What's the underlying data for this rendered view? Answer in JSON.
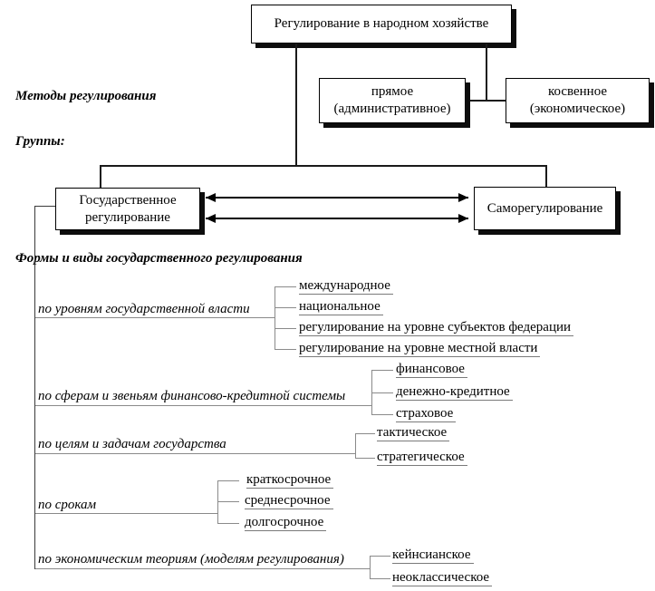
{
  "title_box": {
    "label": "Регулирование в народном хозяйстве"
  },
  "section_labels": {
    "methods": "Методы регулирования",
    "groups": "Группы:",
    "forms": "Формы и виды государственного регулирования"
  },
  "method_boxes": {
    "direct": "прямое\n(административное)",
    "indirect": "косвенное\n(экономическое)"
  },
  "group_boxes": {
    "state": "Государственное\nрегулирование",
    "self": "Саморегулирование"
  },
  "branches": [
    {
      "label": "по уровням государственной власти",
      "items": [
        "международное",
        "национальное",
        "регулирование на уровне субъектов федерации",
        "регулирование на уровне местной власти"
      ]
    },
    {
      "label": "по сферам и звеньям финансово-кредитной системы",
      "items": [
        "финансовое",
        "денежно-кредитное",
        "страховое"
      ]
    },
    {
      "label": "по целям и задачам государства",
      "items": [
        "тактическое",
        "стратегическое"
      ]
    },
    {
      "label": "по срокам",
      "items": [
        "краткосрочное",
        "среднесрочное",
        "долгосрочное"
      ]
    },
    {
      "label": "по экономическим теориям (моделям регулирования)",
      "items": [
        "кейнсианское",
        "неоклассическое"
      ]
    }
  ],
  "colors": {
    "background": "#ffffff",
    "text": "#000000",
    "box_border": "#000000",
    "box_shadow": "#0d0d0d",
    "connector_line": "#1a1a1a",
    "tree_line": "#8a8a8a"
  }
}
